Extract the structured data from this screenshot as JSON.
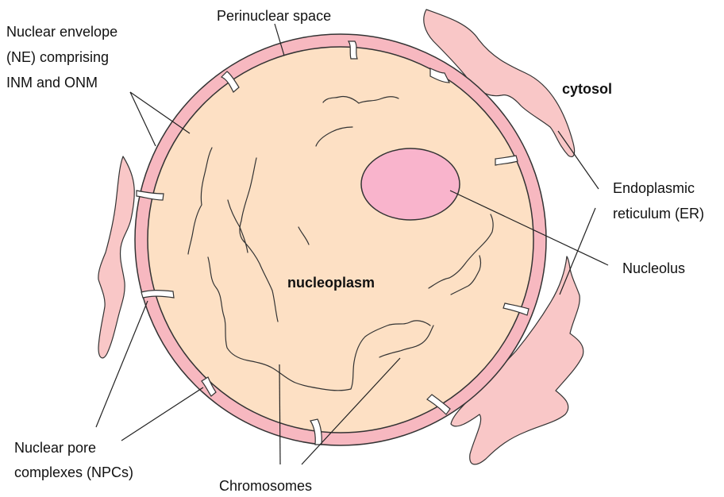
{
  "labels": {
    "perinuclear_space": "Perinuclear space",
    "nuclear_envelope": [
      "Nuclear envelope",
      "(NE) comprising",
      "INM and ONM"
    ],
    "cytosol": "cytosol",
    "endoplasmic_reticulum": [
      "Endoplasmic",
      "reticulum (ER)"
    ],
    "nucleolus": "Nucleolus",
    "nucleoplasm": "nucleoplasm",
    "nuclear_pore_complexes": [
      "Nuclear pore",
      "complexes (NPCs)"
    ],
    "chromosomes": "Chromosomes"
  },
  "colors": {
    "envelope": "#f7b8c0",
    "nucleoplasm": "#fde0c4",
    "nucleolus": "#f9b4cc",
    "er": "#f9c7c7",
    "outline": "#333333"
  }
}
